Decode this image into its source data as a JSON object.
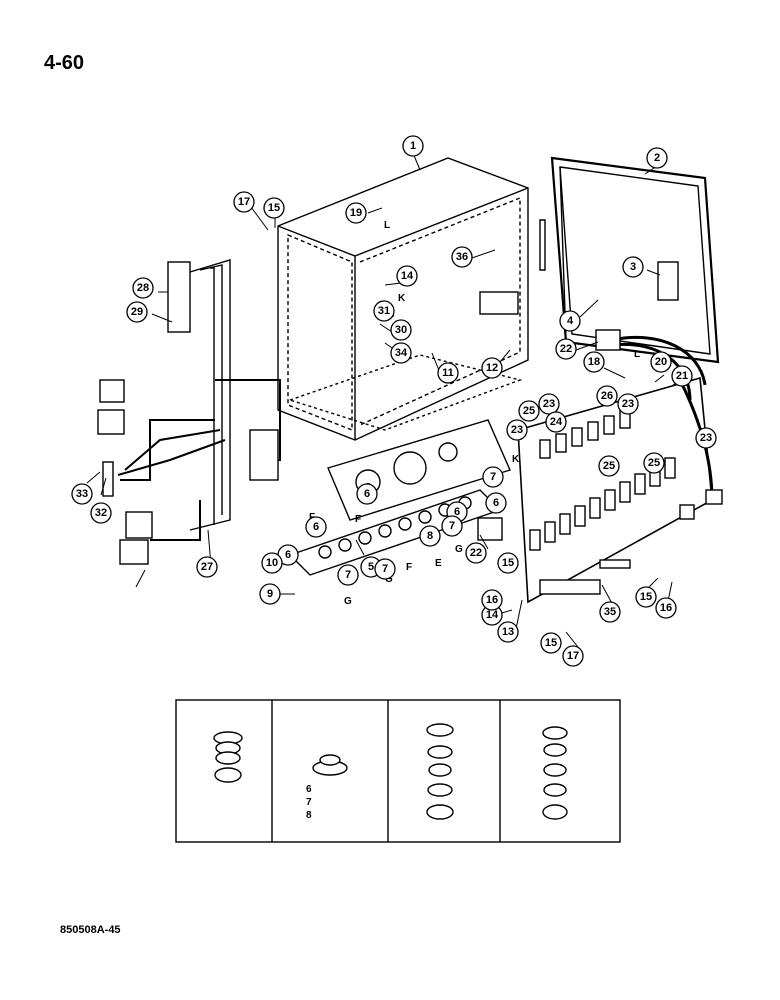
{
  "page_code": "4-60",
  "document_ref": "850508A-45",
  "callouts": [
    "1",
    "2",
    "3",
    "4",
    "5",
    "6",
    "6",
    "6",
    "6",
    "6",
    "7",
    "7",
    "7",
    "7",
    "8",
    "9",
    "10",
    "11",
    "12",
    "13",
    "14",
    "14",
    "15",
    "15",
    "15",
    "15",
    "16",
    "16",
    "17",
    "17",
    "18",
    "19",
    "20",
    "21",
    "22",
    "22",
    "23",
    "23",
    "23",
    "23",
    "24",
    "25",
    "25",
    "25",
    "26",
    "27",
    "28",
    "29",
    "30",
    "31",
    "32",
    "33",
    "34",
    "35",
    "36"
  ],
  "ref_letters": [
    "L",
    "K",
    "L",
    "K",
    "G",
    "F",
    "F",
    "F",
    "E",
    "G",
    "G",
    "G"
  ],
  "inset": {
    "grommet_labels": [
      "6",
      "7",
      "8"
    ]
  }
}
